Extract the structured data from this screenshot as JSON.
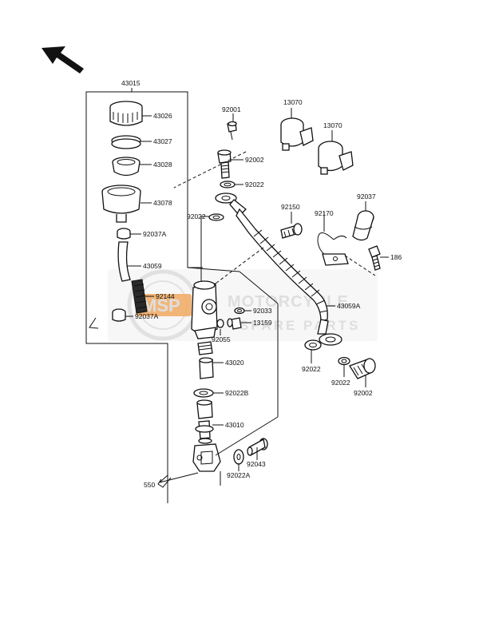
{
  "watermark": {
    "badge": "MSP",
    "line1": "MOTORCYCLE",
    "line2": "SPARE PARTS"
  },
  "labels": {
    "l43015": "43015",
    "l43026": "43026",
    "l43027": "43027",
    "l43028": "43028",
    "l43078": "43078",
    "l92037A_top": "92037A",
    "l43059": "43059",
    "l92144": "92144",
    "l92037A_bot": "92037A",
    "l92001": "92001",
    "l92002_top": "92002",
    "l92022_top": "92022",
    "l92022_left": "92022",
    "l13070_a": "13070",
    "l13070_b": "13070",
    "l92150": "92150",
    "l92170": "92170",
    "l92037": "92037",
    "l186": "186",
    "l43059A": "43059A",
    "l92033": "92033",
    "l13159": "13159",
    "l92055": "92055",
    "l43020": "43020",
    "l92022B": "92022B",
    "l43010": "43010",
    "l92043": "92043",
    "l92022A": "92022A",
    "l550": "550",
    "l92022_r1": "92022",
    "l92022_r2": "92022",
    "l92002_bot": "92002"
  },
  "colors": {
    "watermark_orange": "#f0a050",
    "line": "#111111"
  }
}
